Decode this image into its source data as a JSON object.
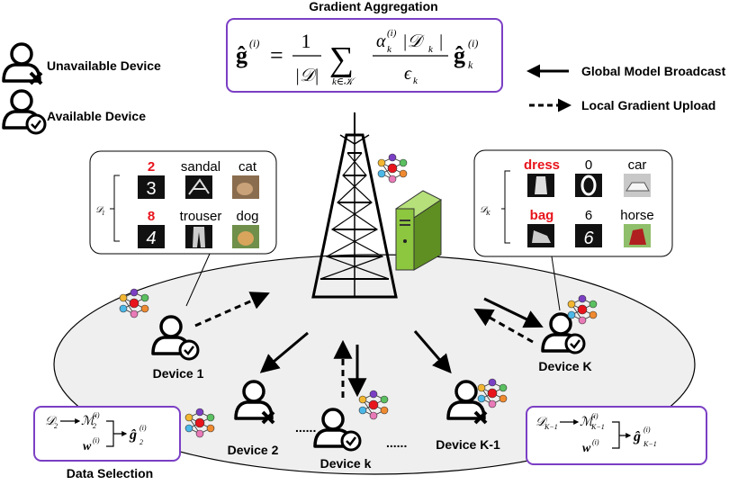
{
  "title": "Gradient Aggregation",
  "formula": {
    "lhs": "ĝ",
    "lhs_sup": "(i)",
    "equals": "=",
    "frac1_num": "1",
    "frac1_den": "|𝒟|",
    "sum": "∑",
    "sum_sub": "k∈𝒦",
    "frac2_num": "α",
    "frac2_num_sup": "(i)",
    "frac2_num_sub": "k",
    "frac2_num_tail": "|𝒟",
    "frac2_num_tail_sub": "k",
    "frac2_num_end": "|",
    "frac2_den": "ϵ",
    "frac2_den_sub": "k",
    "rhs": "ĝ",
    "rhs_sup": "(i)",
    "rhs_sub": "k"
  },
  "legend": {
    "unavailable": "Unavailable Device",
    "available": "Available Device",
    "broadcast": "Global Model Broadcast",
    "upload": "Local Gradient Upload"
  },
  "devices": {
    "d1": "Device 1",
    "d2": "Device 2",
    "dk": "Device k",
    "dk1": "Device K-1",
    "dK": "Device K",
    "dots": "......"
  },
  "left_panel": {
    "dataset_label": "𝒟",
    "dataset_sub": "1",
    "row1": [
      {
        "text": "2",
        "red": true
      },
      {
        "text": "sandal",
        "red": false
      },
      {
        "text": "cat",
        "red": false
      }
    ],
    "row2": [
      {
        "text": "8",
        "red": true
      },
      {
        "text": "trouser",
        "red": false
      },
      {
        "text": "dog",
        "red": false
      }
    ]
  },
  "right_panel": {
    "dataset_label": "𝒟",
    "dataset_sub": "K",
    "row1": [
      {
        "text": "dress",
        "red": true
      },
      {
        "text": "0",
        "red": false
      },
      {
        "text": "car",
        "red": false
      }
    ],
    "row2": [
      {
        "text": "bag",
        "red": true
      },
      {
        "text": "6",
        "red": false
      },
      {
        "text": "horse",
        "red": false
      }
    ]
  },
  "selection_left": {
    "d": "𝒟",
    "d_sub": "2",
    "m": "ℳ",
    "m_sub": "2",
    "m_sup": "(i)",
    "w": "w",
    "w_sup": "(i)",
    "g": "ĝ",
    "g_sub": "2",
    "g_sup": "(i)"
  },
  "selection_right": {
    "d": "𝒟",
    "d_sub": "K−1",
    "m": "ℳ",
    "m_sub": "K−1",
    "m_sup": "(i)",
    "w": "w",
    "w_sup": "(i)",
    "g": "ĝ",
    "g_sub": "K−1",
    "g_sup": "(i)"
  },
  "data_selection_label": "Data Selection",
  "colors": {
    "purple": "#7b3fc4",
    "ellipse_fill": "#efefef",
    "red": "#e8141c",
    "server_green": "#8dc63f"
  }
}
